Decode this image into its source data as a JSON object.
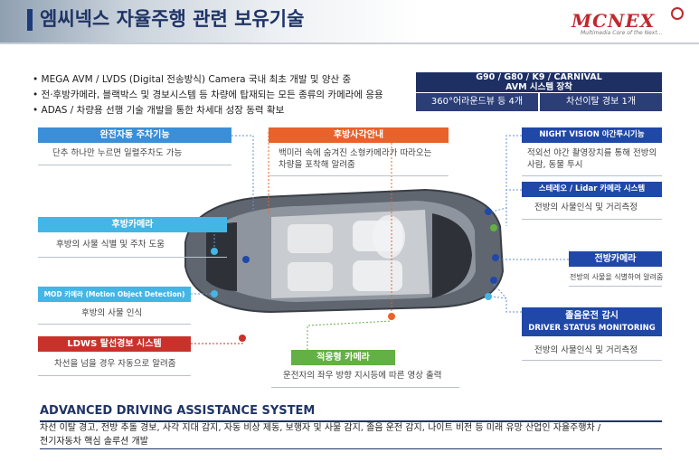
{
  "header": {
    "title": "엠씨넥스 자율주행 관련 보유기술",
    "logo_text": "MCNEX",
    "logo_tagline": "Multimedia Core of the Next..."
  },
  "bullets": [
    "MEGA AVM / LVDS (Digital 전송방식) Camera 국내 최초 개발 및 양산 중",
    "전·후방카메라, 블랙박스 및 경보시스템 등 차량에 탑재되는 모든 종류의 카메라에 응용",
    "ADAS / 차량용 선행 기술 개발을 통한 차세대 성장 동력 확보"
  ],
  "vehicle_box": {
    "line1": "G90 / G80 / K9 / CARNIVAL",
    "line2": "AVM 시스템 장착",
    "left_cell": "360°어라운드뷰 등 4개",
    "right_cell": "차선이탈 경보 1개"
  },
  "features": {
    "auto_parking": {
      "label": "완전자동 주차기능",
      "desc": "단추 하나만 누르면 일렬주차도 가능"
    },
    "rear_camera": {
      "label": "후방카메라",
      "desc": "후방의 사물 식별 및 주차 도움"
    },
    "mod": {
      "label": "MOD 카메라 (Motion Object Detection)",
      "desc": "후방의 사물 인식"
    },
    "ldws": {
      "label": "LDWS 탈선경보 시스템",
      "desc": "차선을 넘을 경우 자동으로 알려줌"
    },
    "blind_spot": {
      "label": "후방사각안내",
      "desc1": "백미러 속에 숨겨진 소형카메라가 따라오는",
      "desc2": "차량을 포착해 알려줌"
    },
    "adaptive_camera": {
      "label": "적응형 카메라",
      "desc": "운전자의 좌우 방향 지시등에 따른 영상 출력"
    },
    "night_vision": {
      "label": "NIGHT VISION 야간투시기능",
      "desc1": "적외선 야간 촬영장치를 통해 전방의",
      "desc2": "사람, 동물 투시"
    },
    "stereo_lidar": {
      "label": "스테레오 / Lidar 카메라 시스템",
      "desc": "전방의 사물인식 및 거리측정"
    },
    "front_camera": {
      "label": "전방카메라",
      "desc": "전방의 사물을 식별하여 알려줌"
    },
    "drowsy": {
      "label1": "졸음운전 감시",
      "label2": "DRIVER STATUS MONITORING",
      "desc": "전방의 사물인식 및 거리측정"
    }
  },
  "adas": {
    "title": "ADVANCED DRIVING ASSISTANCE SYSTEM",
    "line1": "차선 이탈 경고, 전방 추돌 경보, 사각 지대 감지, 자동 비상 제동, 보행자 및 사물 감지, 졸음 운전 감지, 나이트 비전 등 미래 유망 산업인 자율주행차 /",
    "line2": "전기자동차 핵심 솔루션 개발"
  },
  "colors": {
    "navy": "#1f3466",
    "blue": "#3a8fd8",
    "cyan": "#43b6e6",
    "red": "#c9322b",
    "orange": "#e8622a",
    "green": "#63b045",
    "logo_red": "#c0282d"
  }
}
